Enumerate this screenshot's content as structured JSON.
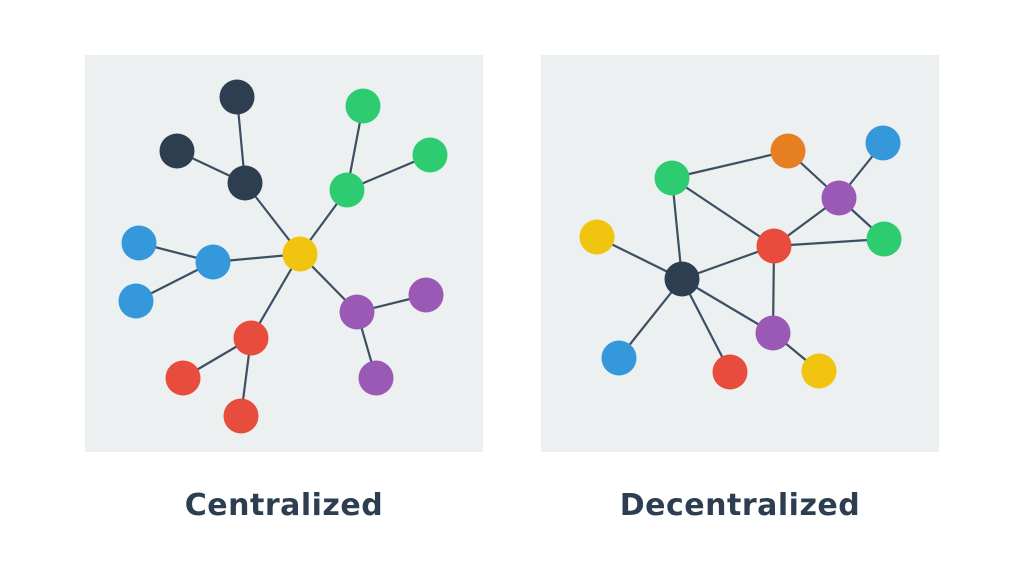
{
  "colors": {
    "dark": "#2c3e50",
    "green": "#2ecc71",
    "blue": "#3498db",
    "purple": "#9b59b6",
    "red": "#e74c3c",
    "yellow": "#f1c40f",
    "orange": "#e67e22",
    "edge": "#3d4f63",
    "panel": "#ecf0f1"
  },
  "centralized": {
    "label": "Centralized",
    "hub": "yellow",
    "edges": [
      [
        "hub",
        "dark1"
      ],
      [
        "dark1",
        "dark2"
      ],
      [
        "dark1",
        "dark3"
      ],
      [
        "hub",
        "green1"
      ],
      [
        "green1",
        "green2"
      ],
      [
        "green1",
        "green3"
      ],
      [
        "hub",
        "blue1"
      ],
      [
        "blue1",
        "blue2"
      ],
      [
        "blue1",
        "blue3"
      ],
      [
        "hub",
        "purple1"
      ],
      [
        "purple1",
        "purple2"
      ],
      [
        "purple1",
        "purple3"
      ],
      [
        "hub",
        "red1"
      ],
      [
        "red1",
        "red2"
      ],
      [
        "red1",
        "red3"
      ]
    ]
  },
  "decentralized": {
    "label": "Decentralized",
    "edges": [
      [
        "green1",
        "orange"
      ],
      [
        "green1",
        "red1"
      ],
      [
        "green1",
        "dark"
      ],
      [
        "orange",
        "purple1"
      ],
      [
        "blue1",
        "purple1"
      ],
      [
        "purple1",
        "green2"
      ],
      [
        "purple1",
        "red1"
      ],
      [
        "red1",
        "green2"
      ],
      [
        "red1",
        "dark"
      ],
      [
        "red1",
        "purple2"
      ],
      [
        "yellow1",
        "dark"
      ],
      [
        "dark",
        "blue2"
      ],
      [
        "dark",
        "red2"
      ],
      [
        "dark",
        "purple2"
      ],
      [
        "purple2",
        "yellow2"
      ]
    ]
  }
}
